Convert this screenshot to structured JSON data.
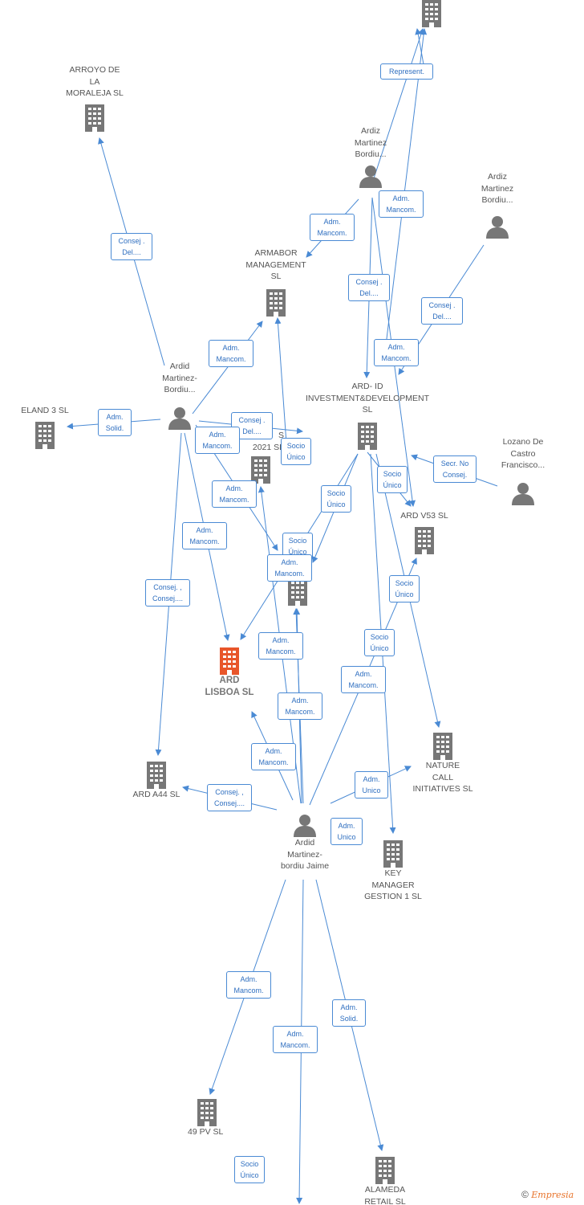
{
  "colors": {
    "edge": "#4a8ad4",
    "building": "#777777",
    "highlight": "#e8562a",
    "person": "#777777"
  },
  "nodes": {
    "top_company": {
      "label": "",
      "icon": "building-icon"
    },
    "arroyo": {
      "label": "ARROYO DE\nLA\nMORALEJA SL",
      "icon": "building-icon"
    },
    "ardiz1": {
      "label": "Ardiz\nMartinez\nBordiu...",
      "icon": "person-icon"
    },
    "ardiz2": {
      "label": "Ardiz\nMartinez\nBordiu...",
      "icon": "person-icon"
    },
    "armabor": {
      "label": "ARMABOR\nMANAGEMENT\nSL",
      "icon": "building-icon"
    },
    "ardid_p": {
      "label": "Ardid\nMartinez-\nBordiu...",
      "icon": "person-icon"
    },
    "eland": {
      "label": "ELAND 3 SL",
      "icon": "building-icon"
    },
    "ardid_inv": {
      "label": "ARD- ID\nINVESTMENT&DEVELOPMENT\nSL",
      "icon": "building-icon"
    },
    "lozano": {
      "label": "Lozano De\nCastro\nFrancisco...",
      "icon": "person-icon"
    },
    "s2021": {
      "label": "S\n2021  SL",
      "icon": "building-icon"
    },
    "ardv53": {
      "label": "ARD V53  SL",
      "icon": "building-icon"
    },
    "middle_co": {
      "label": "",
      "icon": "building-icon"
    },
    "lisboa": {
      "label": "ARD\nLISBOA  SL",
      "icon": "building-icon"
    },
    "nature": {
      "label": "NATURE\nCALL\nINITIATIVES  SL",
      "icon": "building-icon"
    },
    "arda44": {
      "label": "ARD A44  SL",
      "icon": "building-icon"
    },
    "jaime": {
      "label": "Ardid\nMartinez-\nbordiu Jaime",
      "icon": "person-icon"
    },
    "keymgr": {
      "label": "KEY\nMANAGER\nGESTION 1  SL",
      "icon": "building-icon"
    },
    "pv49": {
      "label": "49 PV SL",
      "icon": "building-icon"
    },
    "alameda": {
      "label": "ALAMEDA\nRETAIL  SL",
      "icon": "building-icon"
    }
  },
  "edge_labels": [
    "Represent.",
    "Consej .\nDel....",
    "Adm.\nMancom.",
    "Adm.\nMancom.",
    "Consej .\nDel....",
    "Consej .\nDel....",
    "Adm.\nMancom.",
    "Adm.\nMancom.",
    "Adm.\nSolid.",
    "Consej .\nDel....",
    "Adm.\nMancom.",
    "Socio\nÚnico",
    "Secr.  No\nConsej.",
    "Socio\nÚnico",
    "Socio\nÚnico",
    "Adm.\nMancom.",
    "Adm.\nMancom.",
    "Socio\nÚnico",
    "Adm.\nMancom.",
    "Consej. ,\nConsej....",
    "Socio\nÚnico",
    "Socio\nÚnico",
    "Adm.\nMancom.",
    "Adm.\nMancom.",
    "Adm.\nMancom.",
    "Adm.\nMancom.",
    "Adm.\nUnico",
    "Consej. ,\nConsej....",
    "Adm.\nUnico",
    "Adm.\nMancom.",
    "Adm.\nMancom.",
    "Adm.\nSolid.",
    "Socio\nÚnico"
  ],
  "footer": {
    "copyright": "©",
    "brand": "Empresia"
  }
}
